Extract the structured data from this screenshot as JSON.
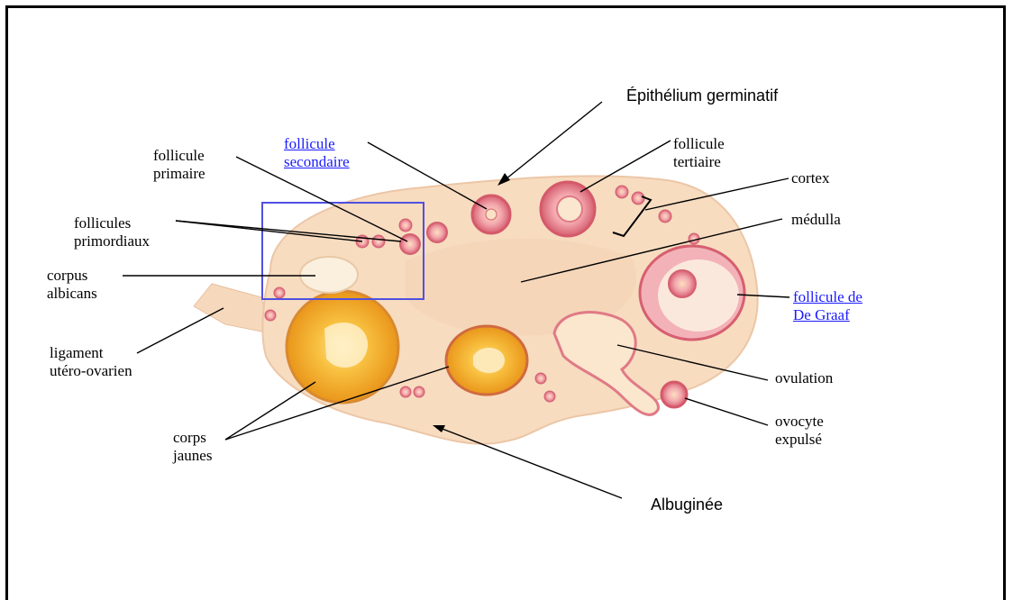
{
  "labels": {
    "epithelium": "Épithélium germinatif",
    "follicule_secondaire": "follicule\nsecondaire",
    "follicule_tertiaire": "follicule\ntertiaire",
    "follicule_primaire": "follicule\nprimaire",
    "cortex": "cortex",
    "follicules_primordiaux": "follicules\nprimordiaux",
    "medulla": "médulla",
    "corpus_albicans": "corpus\nalbicans",
    "follicule_de_graaf": "follicule de\nDe Graaf",
    "ligament": "ligament\nutéro-ovarien",
    "ovulation": "ovulation",
    "ovocyte": "ovocyte\nexpulsé",
    "corps_jaunes": "corps\njaunes",
    "albuginee": "Albuginée"
  },
  "colors": {
    "ovary_fill": "#f7dcc0",
    "follicle_pink": "#e8808e",
    "corpus_yellow": "#f2a21e",
    "link_blue": "#1a1aff",
    "box_blue": "#5050e0"
  }
}
